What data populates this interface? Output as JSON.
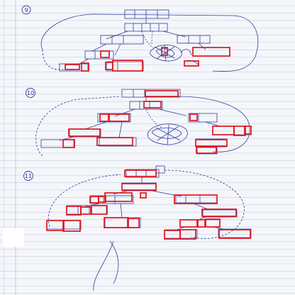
{
  "page": {
    "kind": "handwritten notebook page with tree diagrams",
    "ink_color": "#2f3f9a",
    "rule_color": "#c9cde3",
    "margin_color": "#b8bfdc",
    "highlight_color": "#e0141e"
  },
  "sections": [
    {
      "label": "9"
    },
    {
      "label": "10"
    },
    {
      "label": "11"
    }
  ]
}
